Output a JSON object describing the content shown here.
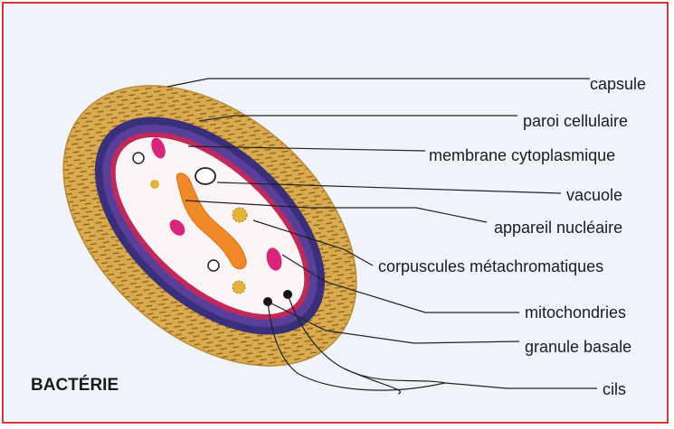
{
  "title": "BACTÉRIE",
  "labels": {
    "capsule": "capsule",
    "paroi": "paroi cellulaire",
    "membrane": "membrane cytoplasmique",
    "vacuole": "vacuole",
    "appareil": "appareil nucléaire",
    "corpuscules": "corpuscules métachromatiques",
    "mitochondries": "mitochondries",
    "granule": "granule basale",
    "cils": "cils"
  },
  "colors": {
    "frame_border": "#d9363a",
    "background": "#f0f4fa",
    "capsule": "#d8a84a",
    "wall": "#3a2f7a",
    "membrane": "#c02a5a",
    "cytoplasm": "#faf5f4",
    "nucleus": "#f08a28",
    "granules": "#d8257a"
  }
}
